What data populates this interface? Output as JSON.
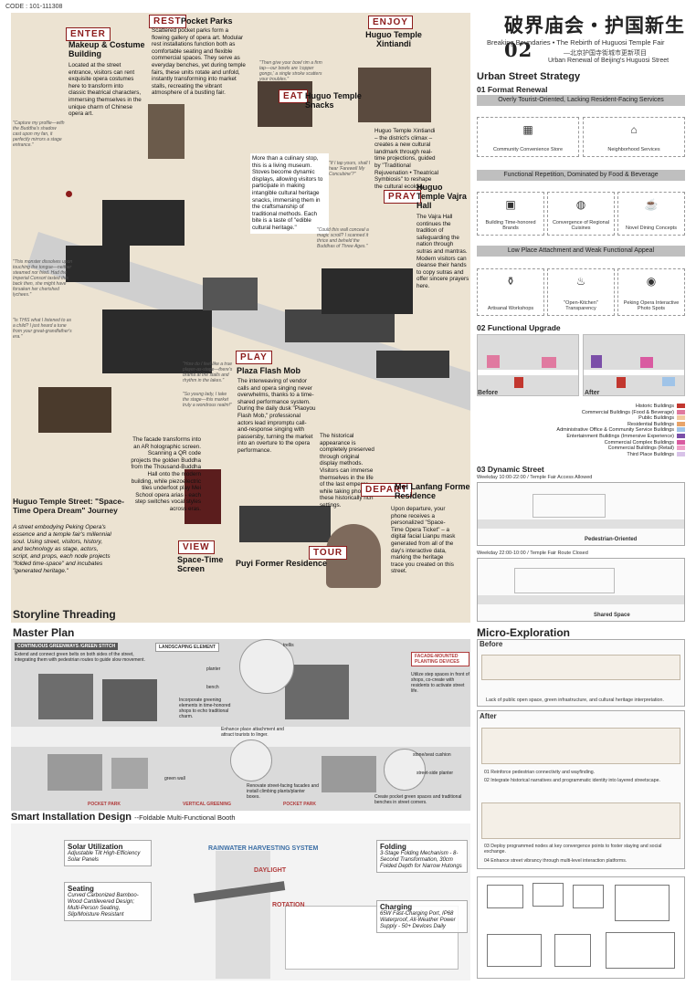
{
  "code": "CODE : 101-111308",
  "title": {
    "main": "破界庙会・护国新生02",
    "en": "Breaking Boundaries • The Rebirth of Huguosi Temple Fair",
    "cn_sub": "—北京护国寺街城市更新项目",
    "en_sub": "Urban Renewal of Beijing's Huguosi Street"
  },
  "storyline": {
    "enter": {
      "tag": "ENTER",
      "title": "Makeup & Costume Building",
      "text": "Located at the street entrance, visitors can rent exquisite opera costumes here to transform into classic theatrical characters, immersing themselves in the unique charm of Chinese opera art.",
      "quote": "\"Capture my profile—with the Buddha's shadow cast upon my fan, it perfectly mirrors a stage entrance.\""
    },
    "rest": {
      "tag": "REST",
      "title": "Pocket Parks",
      "text": "Scattered pocket parks form a flowing gallery of opera art. Modular rest installations function both as comfortable seating and flexible commercial spaces. They serve as everyday benches, yet during temple fairs, these units rotate and unfold, instantly transforming into market stalls, recreating the vibrant atmosphere of a bustling fair."
    },
    "quote_bowl": "\"Then give your bowl rim a firm tap—our bowls are 'copper gongs,' a single stroke scatters your troubles.\"",
    "eat": {
      "tag": "EAT",
      "title": "Huguo Temple Snacks",
      "text": "More than a culinary stop, this is a living museum. Stoves become dynamic displays, allowing visitors to participate in making intangible cultural heritage snacks, immersing them in the craftsmanship of traditional methods. Each bite is a taste of \"edible cultural heritage.\""
    },
    "quote_farewell": "\"If I tap yours, shall I hear 'Farewell My Concubine'?\"",
    "enjoy": {
      "tag": "ENJOY",
      "title": "Huguo Temple Xintiandi",
      "text": "Huguo Temple Xintiandi – the district's climax – creates a new cultural landmark through real-time projections, guided by \"Traditional Rejuvenation • Theatrical Symbiosis\" to reshape the cultural ecology."
    },
    "quote_scroll": "\"Could this wall conceal a magic scroll? I scanned it thrice and beheld the Buddhas of Three Ages.\"",
    "pray": {
      "tag": "PRAY",
      "title": "Huguo Temple Vajra Hall",
      "text": "The Vajra Hall continues the tradition of safeguarding the nation through sutras and mantras. Modern visitors can cleanse their hands to copy sutras and offer sincere prayers here."
    },
    "quote_monster": "\"This monster dissolves upon touching the tongue—neither steamed nor fried. Had the Imperial Consort tasted this back then, she might have forsaken her cherished lychees.\"",
    "quote_learned": "\"Is THIS what I listened to as a child? I just heard a tune from your great-grandfather's era.\"",
    "play": {
      "tag": "PLAY",
      "title": "Plaza Flash Mob",
      "text": "The interweaving of vendor calls and opera singing never overwhelms, thanks to a time-shared performance system. During the daily dusk \"Piaoyou Flash Mob,\" professional actors lead impromptu call-and-response singing with passersby, turning the market into an overture to the opera performance."
    },
    "quote_feel": "\"How do I feel like a true player-as-stage—there's drama at the stalls and rhythm in the lakes.\"",
    "quote_young": "\"So young lady, I take the stage—this market truly a wondrous realm!\"",
    "view": {
      "tag": "VIEW",
      "title": "Space-Time Screen",
      "text": "The facade transforms into an AR holographic screen. Scanning a QR code projects the golden Buddha from the Thousand-Buddha Hall onto the modern building, while piezoelectric tiles underfoot play Mei School opera arias - each step switches vocal styles across eras."
    },
    "puyi": {
      "tag": "TOUR",
      "title": "Puyi Former Residence",
      "text": "The historical appearance is completely preserved through original display methods. Visitors can immerse themselves in the life of the last emperor while taking photos in these historically rich settings."
    },
    "depart": {
      "tag": "DEPART",
      "title": "Mei Lanfang Former Residence",
      "text": "Upon departure, your phone receives a personalized \"Space-Time Opera Ticket\" – a digital facial Lianpu mask generated from all of the day's interactive data, marking the heritage trace you created on this street."
    },
    "street": {
      "title": "Huguo Temple Street: \"Space-Time Opera Dream\" Journey",
      "text": "A street embodying Peking Opera's essence and a temple fair's millennial soul. Using street, visitors, history, and technology as stage, actors, script, and props, each node projects \"folded time-space\" and incubates \"generated heritage.\""
    },
    "section_label": "Storyline Threading"
  },
  "urban": {
    "heading": "Urban Street Strategy",
    "s01": "01 Format Renewal",
    "bar1": "Overly Tourist-Oriented, Lacking Resident-Facing Services",
    "bar2": "Functional Repetition, Dominated by Food & Beverage",
    "bar3": "Low Place Attachment and Weak Functional Appeal",
    "row1": [
      {
        "icon": "store-icon",
        "label": "Community Convenience Store"
      },
      {
        "icon": "neighborhood-icon",
        "label": "Neighborhood Services"
      }
    ],
    "row2": [
      {
        "icon": "brand-icon",
        "label": "Building Time-honored Brands"
      },
      {
        "icon": "cuisine-icon",
        "label": "Convergence of Regional Cuisines"
      },
      {
        "icon": "dining-icon",
        "label": "Novel Dining Concepts"
      }
    ],
    "row3": [
      {
        "icon": "workshop-icon",
        "label": "Artisanal Workshops"
      },
      {
        "icon": "kitchen-icon",
        "label": "\"Open-Kitchen\" Transparency"
      },
      {
        "icon": "photo-icon",
        "label": "Peking Opera Interactive Photo Spots"
      }
    ],
    "s02": "02  Functional Upgrade",
    "before": "Before",
    "after": "After",
    "legend": [
      {
        "label": "Historic Buildings",
        "color": "#c2372f"
      },
      {
        "label": "Commercial Buildings (Food & Beverage)",
        "color": "#e07aa0"
      },
      {
        "label": "Public Buildings",
        "color": "#f2c9a0"
      },
      {
        "label": "Residential Buildings",
        "color": "#e8a46a"
      },
      {
        "label": "Administrative Office & Community Service Buildings",
        "color": "#a0c4e8"
      },
      {
        "label": "Entertainment Buildings (Immersive Experience)",
        "color": "#7b4fa8"
      },
      {
        "label": "Commercial Complex Buildings",
        "color": "#d95ba1"
      },
      {
        "label": "Commercial Buildings (Retail)",
        "color": "#f0a0c8"
      },
      {
        "label": "Third Place Buildings",
        "color": "#d8c2e8"
      }
    ],
    "s03": "03  Dynamic Street",
    "weekday1": "Weekday 10:00-22:00 / Temple Fair Access Allowed",
    "ped": "Pedestrian-Oriented",
    "weekday2": "Weekday 22:00-10:00 / Temple Fair Route Closed",
    "shared": "Shared Space"
  },
  "micro": {
    "heading": "Micro-Exploration",
    "before": "Before",
    "before_cap": "Lack of public open space, green infrastructure, and cultural heritage interpretation.",
    "after": "After",
    "items": [
      "01  Reinforce pedestrian connectivity and wayfinding.",
      "02  Integrate historical narratives and programmatic identity into layered streetscape.",
      "03  Deploy programmed nodes at key convergence points to foster staying and social exchange.",
      "04  Enhance street vibrancy through multi-level interaction platforms."
    ]
  },
  "master": {
    "heading": "Master Plan",
    "tag1": "CONTINUOUS GREENWAYS /GREEN STITCH",
    "note1": "Extend and connect green belts on both sides of the street, integrating them with pedestrian routes to guide slow movement.",
    "tag2": "LANDSCAPING ELEMENT",
    "note2": "Incorporate greening elements in time-honored shops to echo traditional charm.",
    "tag3": "FACADE-MOUNTED PLANTING DEVICES",
    "note3": "Utilize step spaces in front of shops, co-create with residents to activate street life.",
    "note4": "Enhance place attachment and attract tourists to linger.",
    "note5": "Renovate street-facing facades and install climbing plants/planter boxes.",
    "note6": "Create pocket green spaces and traditional benches in street corners.",
    "l_trellis": "trellis",
    "l_planter": "planter",
    "l_bench": "bench",
    "l_stoneseat": "stone/seat cushion",
    "l_greenwall": "green wall",
    "l_sideplanter": "street-side planter",
    "l_pocket1": "POCKET PARK",
    "l_vertical": "VERTICAL GREENING",
    "l_pocket2": "POCKET PARK"
  },
  "smart": {
    "heading": "Smart Installation Design",
    "sub": "--Foldable Multi-Functional Booth",
    "solar_h": "Solar Utilization",
    "solar_d": "Adjustable Tilt High-Efficiency Solar Panels",
    "seat_h": "Seating",
    "seat_d": "Curved Carbonized Bamboo-Wood Cantilevered Design; Multi-Person Seating, Slip/Moisture Resistant",
    "rain": "RAINWATER HARVESTING SYSTEM",
    "daylight": "DAYLIGHT",
    "rotation": "ROTATION",
    "fold_h": "Folding",
    "fold_d": "3-Stage Folding Mechanism - 8-Second Transformation, 30cm Folded Depth for Narrow Hutongs",
    "charge_h": "Charging",
    "charge_d": "65W Fast-Charging Port, IP68 Waterproof, All-Weather Power Supply - 50+ Devices Daily"
  }
}
